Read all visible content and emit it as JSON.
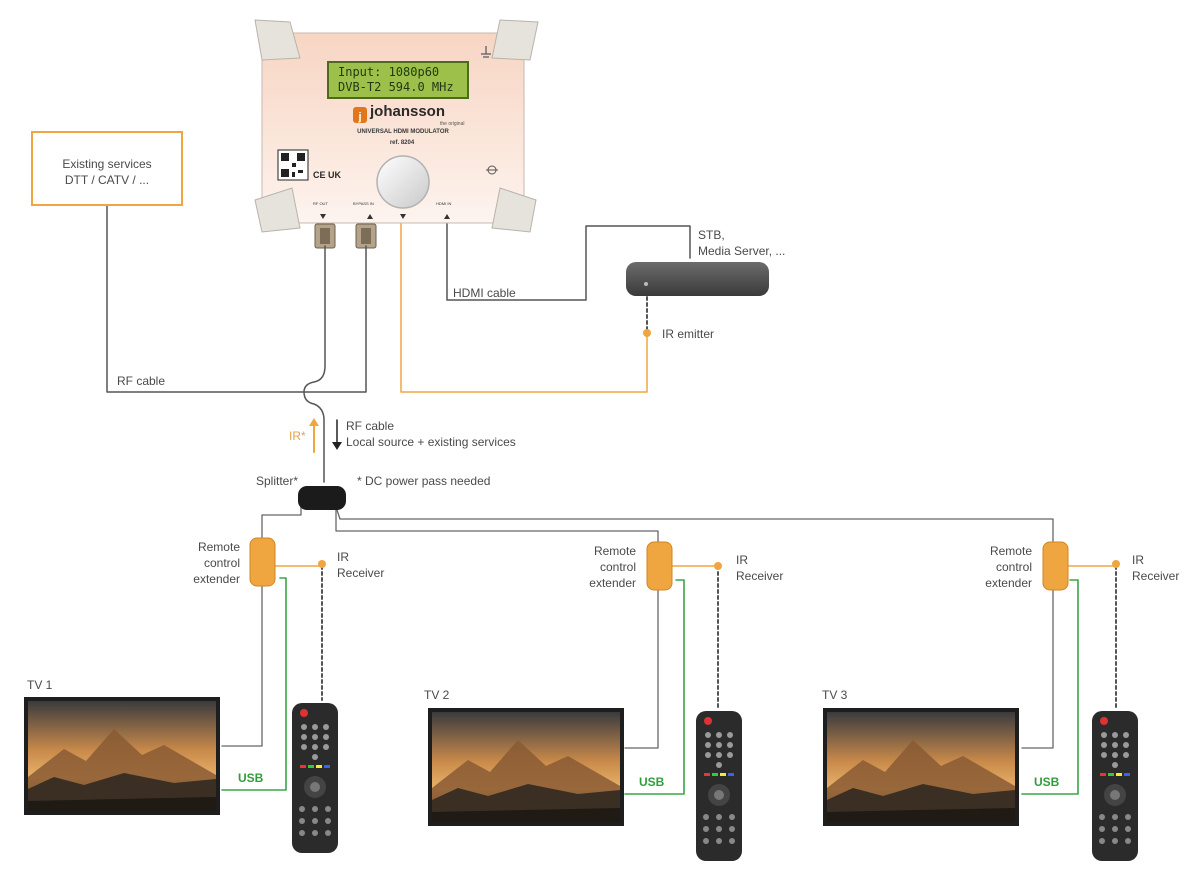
{
  "modulator": {
    "lcd_line1": "Input:   1080p60",
    "lcd_line2": "DVB-T2 594.0 MHz",
    "brand": "johansson",
    "tagline": "the original",
    "product": "UNIVERSAL HDMI MODULATOR",
    "ref": "ref. 8204",
    "port_rf_out": "RF OUT",
    "port_bypass": "BYPASS IN",
    "port_hdmi": "HDMI IN",
    "ce_mark": "CE UK"
  },
  "existing_services": {
    "line1": "Existing services",
    "line2": "DTT / CATV / ..."
  },
  "stb": {
    "line1": "STB,",
    "line2": "Media Server, ..."
  },
  "labels": {
    "hdmi_cable": "HDMI cable",
    "ir_emitter": "IR emitter",
    "rf_cable_left": "RF cable",
    "rf_cable_down": "RF cable",
    "local_source": "Local source + existing services",
    "ir_star": "IR*",
    "splitter": "Splitter*",
    "dc_note": "* DC power pass needed"
  },
  "rooms": [
    {
      "tv_label": "TV 1",
      "extender_line1": "Remote",
      "extender_line2": "control",
      "extender_line3": "extender",
      "ir_line1": "IR",
      "ir_line2": "Receiver",
      "usb": "USB"
    },
    {
      "tv_label": "TV 2",
      "extender_line1": "Remote",
      "extender_line2": "control",
      "extender_line3": "extender",
      "ir_line1": "IR",
      "ir_line2": "Receiver",
      "usb": "USB"
    },
    {
      "tv_label": "TV 3",
      "extender_line1": "Remote",
      "extender_line2": "control",
      "extender_line3": "extender",
      "ir_line1": "IR",
      "ir_line2": "Receiver",
      "usb": "USB"
    }
  ],
  "colors": {
    "cable": "#555555",
    "ir": "#f0a640",
    "usb": "#3aa547",
    "accent_orange": "#f0a640"
  }
}
